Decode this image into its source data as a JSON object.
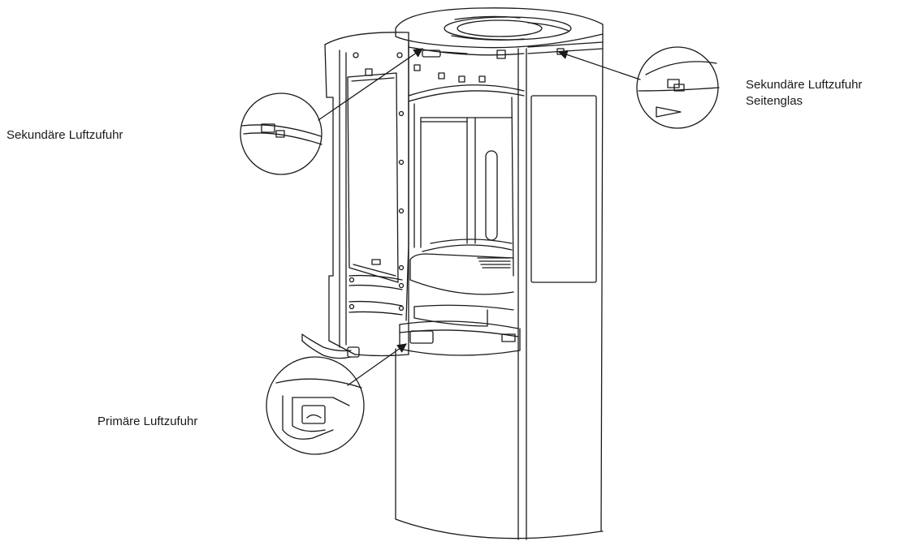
{
  "labels": {
    "secondary_air_left": "Sekundäre Luftzufuhr",
    "secondary_air_right_line1": "Sekundäre Luftzufuhr",
    "secondary_air_right_line2": "Seitenglas",
    "primary_air": "Primäre Luftzufuhr"
  },
  "colors": {
    "line": "#1a1a1a",
    "background": "#ffffff"
  }
}
